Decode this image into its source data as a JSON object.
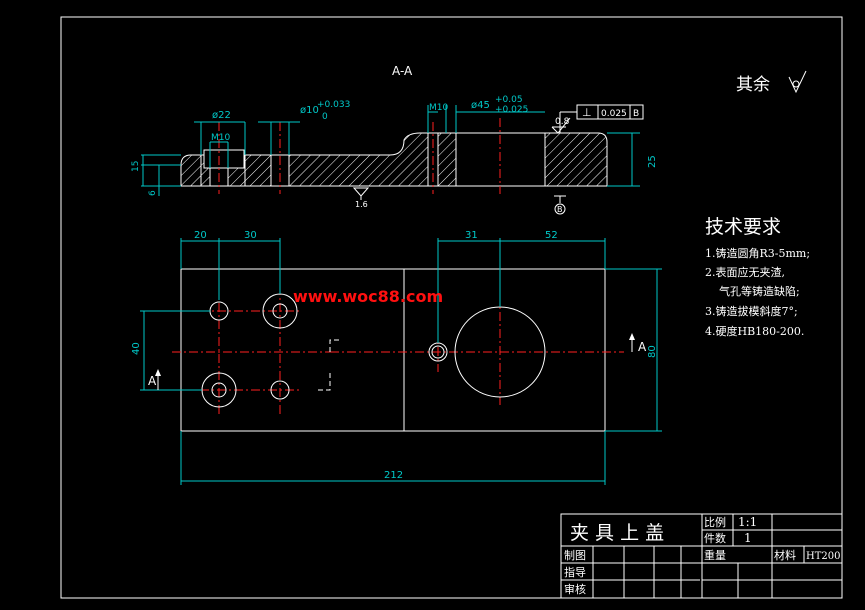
{
  "section_title": "A-A",
  "roughness_note": "其余",
  "tech_req": {
    "title": "技术要求",
    "items": [
      "1.铸造圆角R3-5mm;",
      "2.表面应无夹渣,",
      "气孔等铸造缺陷;",
      "3.铸造拔模斜度7°;",
      "4.硬度HB180-200."
    ]
  },
  "watermark": "www.woc88.com",
  "section_dims": {
    "d22": "ø22",
    "m10_left": "M10",
    "d10": "ø10",
    "d10_tol_upper": "+0.033",
    "d10_tol_lower": "0",
    "m10_right": "M10",
    "d45": "ø45",
    "d45_tol_upper": "+0.05",
    "d45_tol_lower": "+0.025",
    "tol_symbol": "⊥",
    "tol_value": "0.025",
    "tol_datum": "B",
    "rough_08": "0.8",
    "dim_15": "15",
    "dim_6": "6",
    "dim_25": "25",
    "rough_16": "1.6",
    "datum_b": "B"
  },
  "plan_dims": {
    "dim_20": "20",
    "dim_30": "30",
    "dim_31": "31",
    "dim_52": "52",
    "dim_40": "40",
    "dim_80": "80",
    "dim_212": "212",
    "arrow_a_left": "A",
    "arrow_a_right": "A"
  },
  "title_block": {
    "part_name": "夹 具 上 盖",
    "scale_label": "比例",
    "scale_value": "1:1",
    "qty_label": "件数",
    "qty_value": "1",
    "weight_label": "重量",
    "material_label": "材料",
    "material_value": "HT200",
    "drawn_label": "制图",
    "guide_label": "指导",
    "review_label": "审核"
  }
}
